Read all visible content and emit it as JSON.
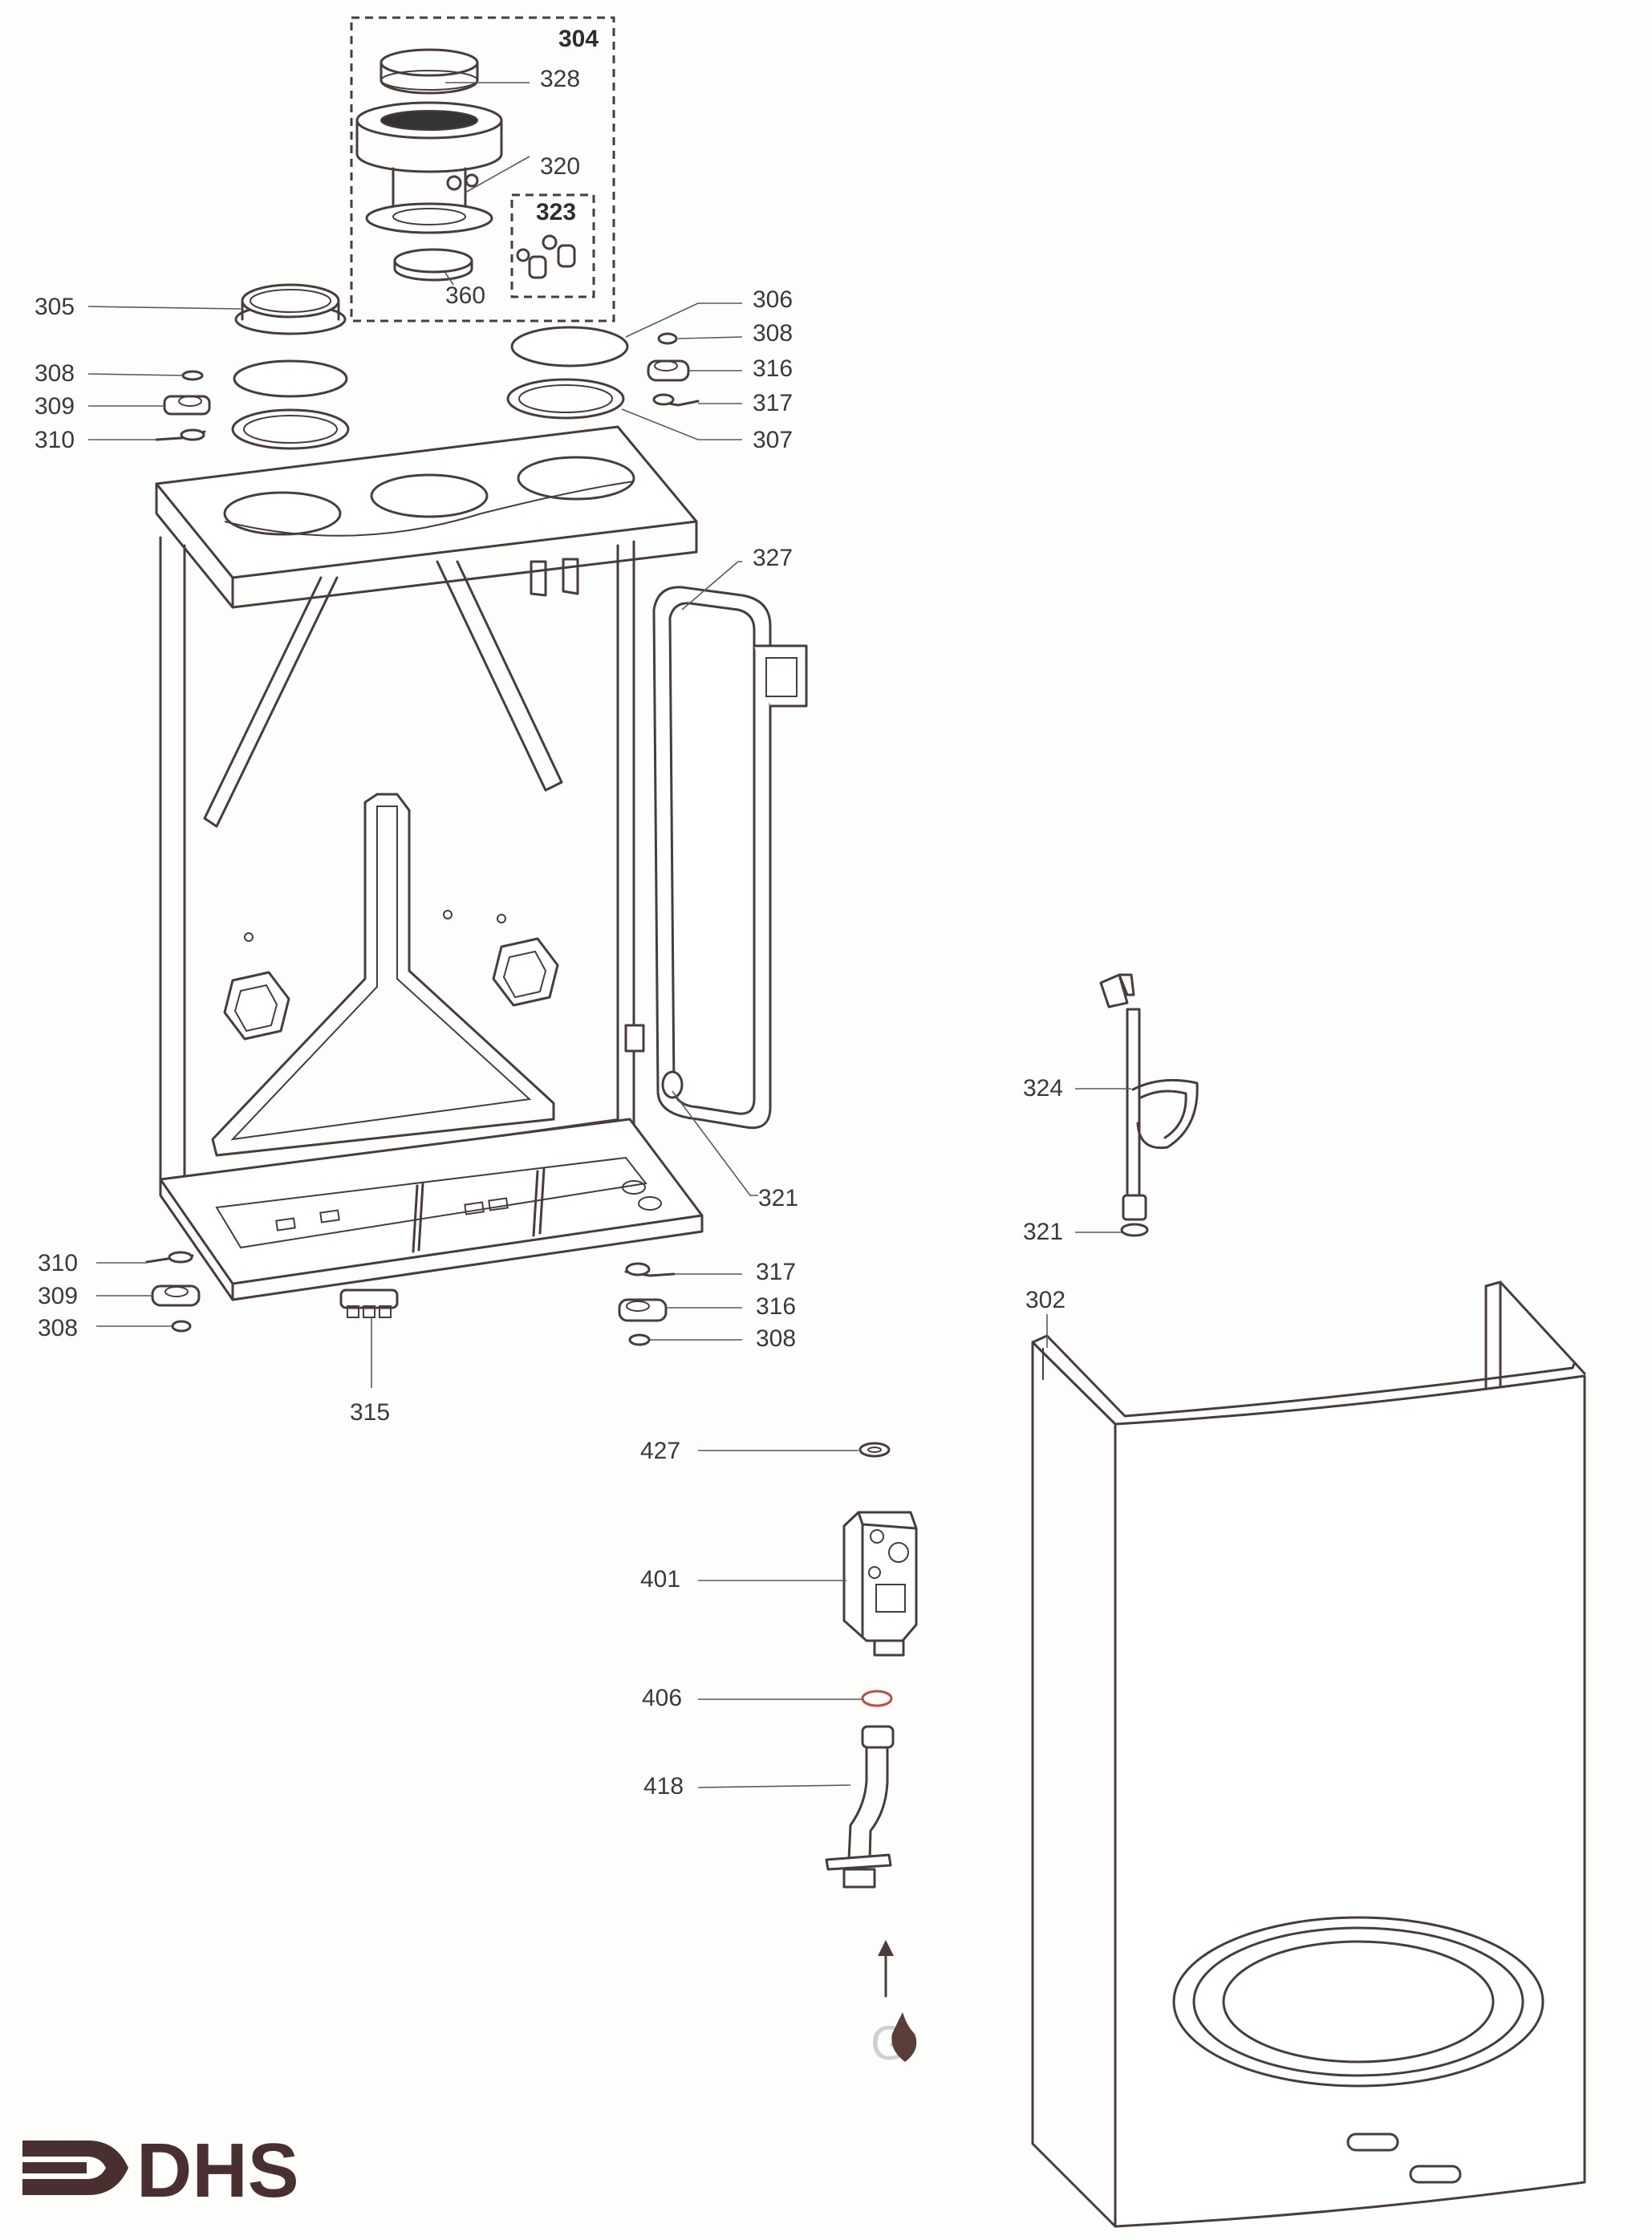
{
  "diagram": {
    "callouts": [
      {
        "id": "label-304",
        "text": "304",
        "bold": true
      },
      {
        "id": "label-328",
        "text": "328"
      },
      {
        "id": "label-320",
        "text": "320"
      },
      {
        "id": "label-323",
        "text": "323",
        "bold": true
      },
      {
        "id": "label-360",
        "text": "360"
      },
      {
        "id": "label-305",
        "text": "305"
      },
      {
        "id": "label-306",
        "text": "306"
      },
      {
        "id": "label-308-a",
        "text": "308"
      },
      {
        "id": "label-308-b",
        "text": "308"
      },
      {
        "id": "label-316-a",
        "text": "316"
      },
      {
        "id": "label-309-a",
        "text": "309"
      },
      {
        "id": "label-317-a",
        "text": "317"
      },
      {
        "id": "label-310-a",
        "text": "310"
      },
      {
        "id": "label-307",
        "text": "307"
      },
      {
        "id": "label-327",
        "text": "327"
      },
      {
        "id": "label-324",
        "text": "324"
      },
      {
        "id": "label-321-a",
        "text": "321"
      },
      {
        "id": "label-321-b",
        "text": "321"
      },
      {
        "id": "label-302",
        "text": "302"
      },
      {
        "id": "label-310-b",
        "text": "310"
      },
      {
        "id": "label-309-b",
        "text": "309"
      },
      {
        "id": "label-308-c",
        "text": "308"
      },
      {
        "id": "label-317-b",
        "text": "317"
      },
      {
        "id": "label-316-b",
        "text": "316"
      },
      {
        "id": "label-308-d",
        "text": "308"
      },
      {
        "id": "label-315",
        "text": "315"
      },
      {
        "id": "label-427",
        "text": "427"
      },
      {
        "id": "label-401",
        "text": "401"
      },
      {
        "id": "label-406",
        "text": "406"
      },
      {
        "id": "label-418",
        "text": "418"
      }
    ],
    "gas_inlet_mark": "G"
  },
  "logo": {
    "text": "DHS"
  },
  "colors": {
    "line": "#4a3c3c",
    "logo": "#4a2f30",
    "seal": "#c24a3c"
  }
}
